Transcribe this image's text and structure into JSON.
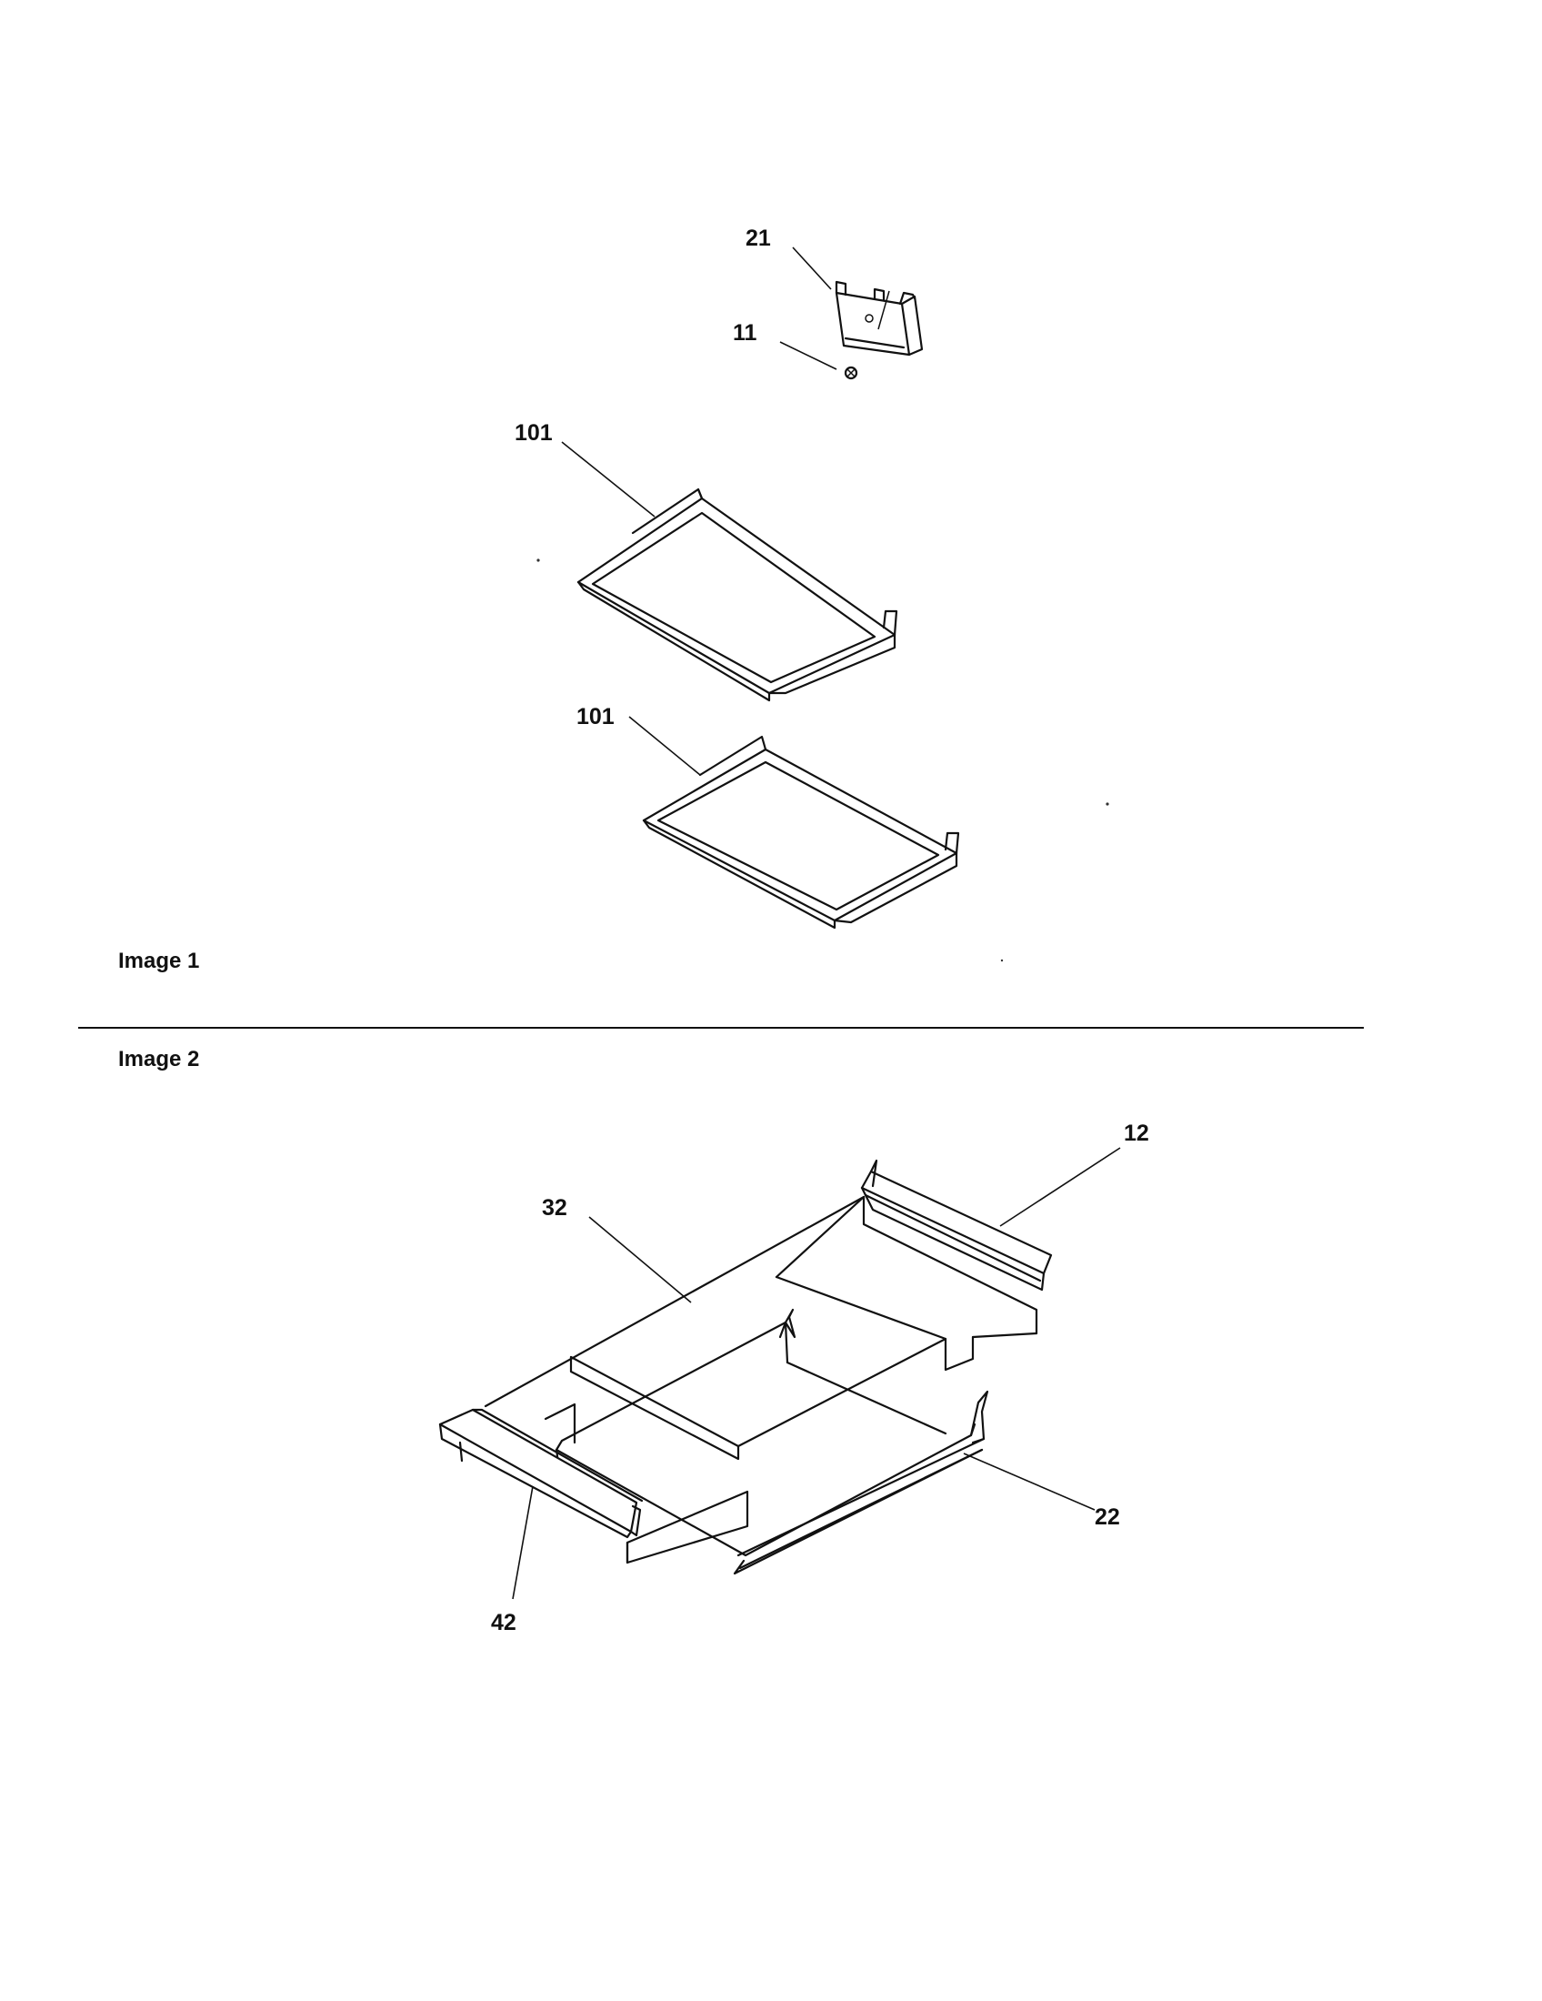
{
  "sections": [
    {
      "label": "Image 1"
    },
    {
      "label": "Image 2"
    }
  ],
  "callouts": {
    "bracket": "21",
    "screw": "11",
    "shelf_upper": "101",
    "shelf_lower": "101",
    "rear_trim": "12",
    "glass_panel": "32",
    "side_rail": "22",
    "front_trim": "42"
  }
}
